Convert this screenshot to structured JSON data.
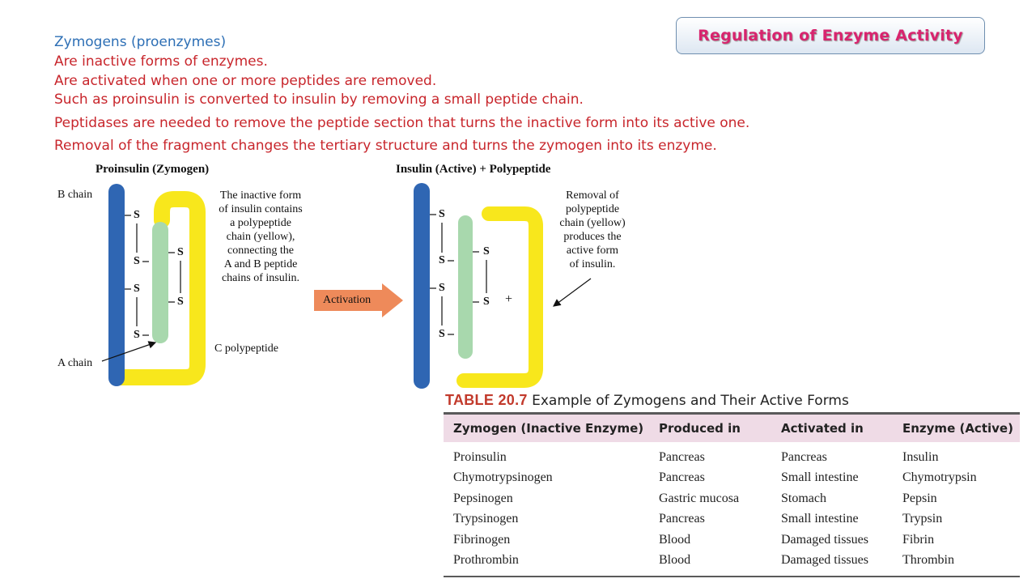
{
  "header": {
    "title": "Regulation of Enzyme Activity"
  },
  "intro": {
    "heading": "Zymogens (proenzymes)",
    "lines": [
      "Are inactive forms of enzymes.",
      "Are activated when one or more peptides are removed.",
      "Such as proinsulin is converted to insulin by removing a small peptide chain.",
      "Peptidases are needed to remove the peptide section that turns the inactive form into its active one.",
      "Removal of the fragment changes the tertiary structure and turns the zymogen into its enzyme."
    ]
  },
  "diagram": {
    "left_title": "Proinsulin (Zymogen)",
    "right_title": "Insulin (Active) + Polypeptide",
    "b_chain": "B chain",
    "a_chain": "A chain",
    "c_polypeptide": "C polypeptide",
    "left_note": [
      "The inactive form",
      "of insulin contains",
      "a polypeptide",
      "chain (yellow),",
      "connecting the",
      "A and B peptide",
      "chains of insulin."
    ],
    "right_note": [
      "Removal of",
      "polypeptide",
      "chain (yellow)",
      "produces the",
      "active form",
      "of insulin."
    ],
    "arrow_label": "Activation",
    "plus": "+",
    "sulfur": "S",
    "colors": {
      "b_chain": "#2f66b3",
      "a_chain": "#a8d8ad",
      "c_polypeptide": "#f8e71c",
      "activation_arrow": "#ee8a5a"
    }
  },
  "table": {
    "label": "TABLE 20.7",
    "caption": "Example of Zymogens and Their Active Forms",
    "columns": [
      "Zymogen (Inactive Enzyme)",
      "Produced in",
      "Activated in",
      "Enzyme (Active)"
    ],
    "rows": [
      [
        "Proinsulin",
        "Pancreas",
        "Pancreas",
        "Insulin"
      ],
      [
        "Chymotrypsinogen",
        "Pancreas",
        "Small intestine",
        "Chymotrypsin"
      ],
      [
        "Pepsinogen",
        "Gastric mucosa",
        "Stomach",
        "Pepsin"
      ],
      [
        "Trypsinogen",
        "Pancreas",
        "Small intestine",
        "Trypsin"
      ],
      [
        "Fibrinogen",
        "Blood",
        "Damaged tissues",
        "Fibrin"
      ],
      [
        "Prothrombin",
        "Blood",
        "Damaged tissues",
        "Thrombin"
      ]
    ]
  }
}
